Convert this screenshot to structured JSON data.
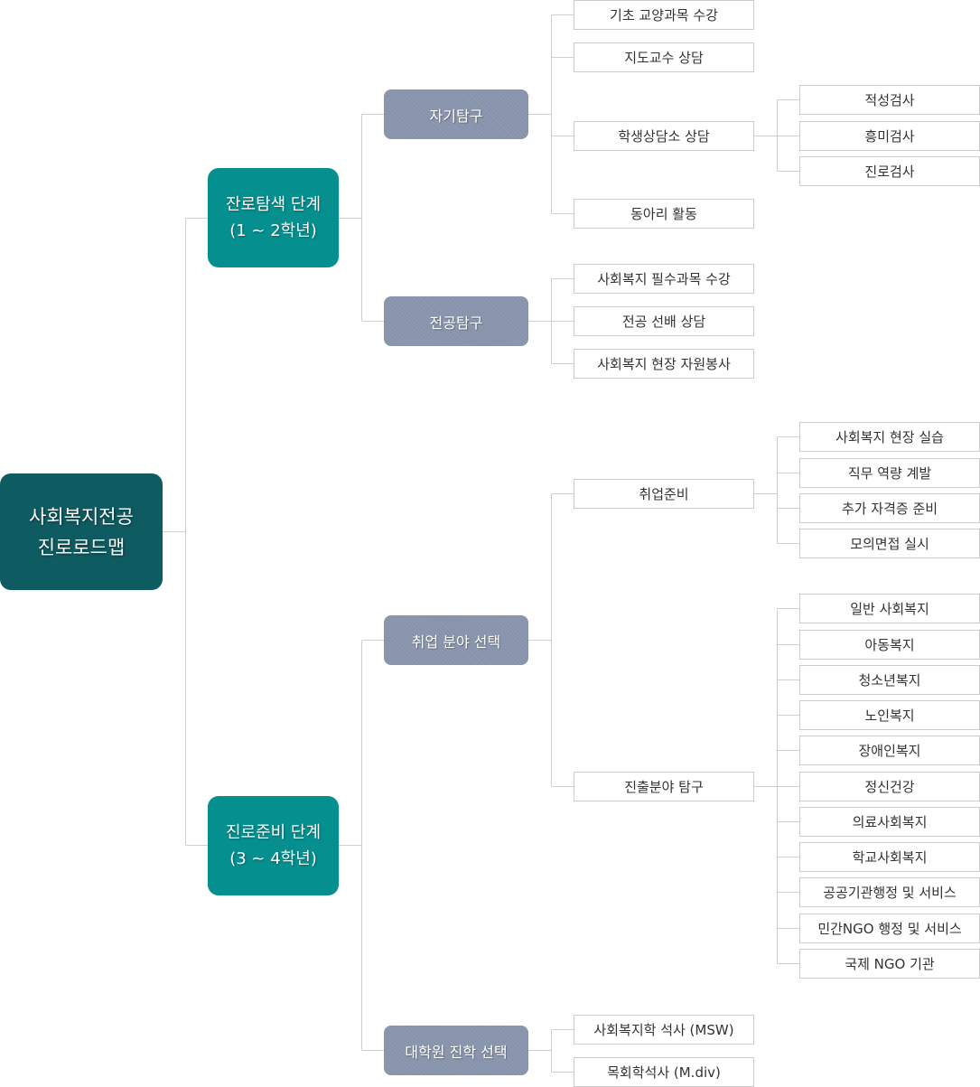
{
  "root": {
    "label": "사회복지전공\n진로로드맵"
  },
  "stages": [
    {
      "label": "잔로탐색 단계\n(1 ~ 2학년)",
      "topics": [
        {
          "label": "자기탐구",
          "items": [
            "기초 교양과목 수강",
            "지도교수 상담",
            "학생상담소 상담",
            "동아리 활동"
          ],
          "subitems": [
            "적성검사",
            "흥미검사",
            "진로검사"
          ]
        },
        {
          "label": "전공탐구",
          "items": [
            "사회복지 필수과목 수강",
            "전공 선배 상담",
            "사회복지 현장 자원봉사"
          ]
        }
      ]
    },
    {
      "label": "진로준비 단계\n(3 ~ 4학년)",
      "topics": [
        {
          "label": "취업 분야 선택",
          "items": [
            "취업준비",
            "진출분야 탐구"
          ],
          "prep_items": [
            "사회복지 현장 실습",
            "직무 역량 계발",
            "추가 자격증 준비",
            "모의면접 실시"
          ],
          "fields": [
            "일반 사회복지",
            "아동복지",
            "청소년복지",
            "노인복지",
            "장애인복지",
            "정신건강",
            "의료사회복지",
            "학교사회복지",
            "공공기관행정 및 서비스",
            "민간NGO 행정 및 서비스",
            "국제 NGO 기관"
          ]
        },
        {
          "label": "대학원 진학 선택",
          "items": [
            "사회복지학 석사 (MSW)",
            "목회학석사 (M.div)"
          ]
        }
      ]
    }
  ],
  "colors": {
    "root": "#0e5b61",
    "stage": "#05908f",
    "topic": "#8793ab",
    "leaf_border": "#cccccc",
    "line": "#cfcfcf"
  }
}
